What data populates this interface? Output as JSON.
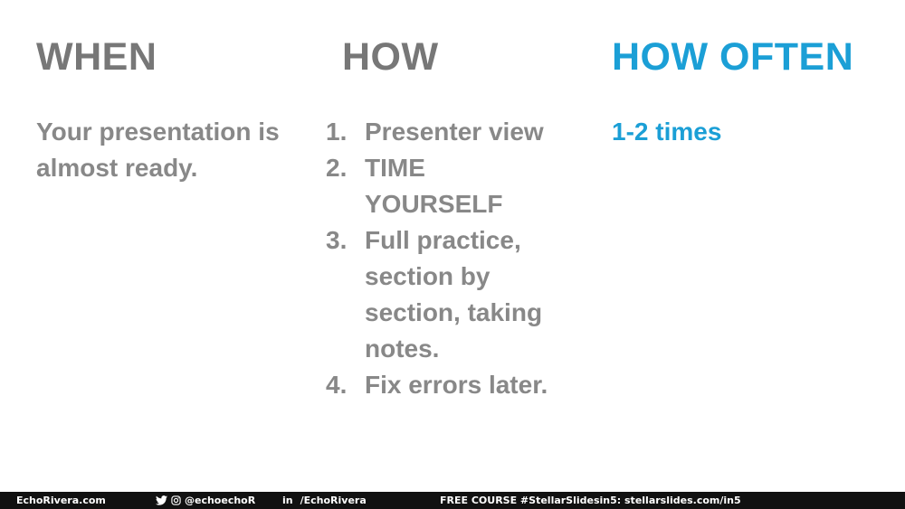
{
  "columns": {
    "when": {
      "heading": "WHEN",
      "body": "Your presentation is almost ready."
    },
    "how": {
      "heading": "HOW",
      "steps": [
        {
          "num": "1.",
          "text": "Presenter view"
        },
        {
          "num": "2.",
          "text": "TIME YOURSELF"
        },
        {
          "num": "3.",
          "text": "Full practice, section by section, taking notes."
        },
        {
          "num": "4.",
          "text": "Fix errors later."
        }
      ]
    },
    "how_often": {
      "heading": "HOW OFTEN",
      "body": "1-2 times"
    }
  },
  "footer": {
    "site": "EchoRivera.com",
    "social_handle": "@echoechoR",
    "linkedin": "/EchoRivera",
    "course": "FREE COURSE #StellarSlidesin5: stellarslides.com/in5"
  },
  "colors": {
    "accent": "#1b9fd6",
    "heading_gray": "#777777",
    "text_gray": "#888888",
    "footer_bg": "#111111"
  }
}
